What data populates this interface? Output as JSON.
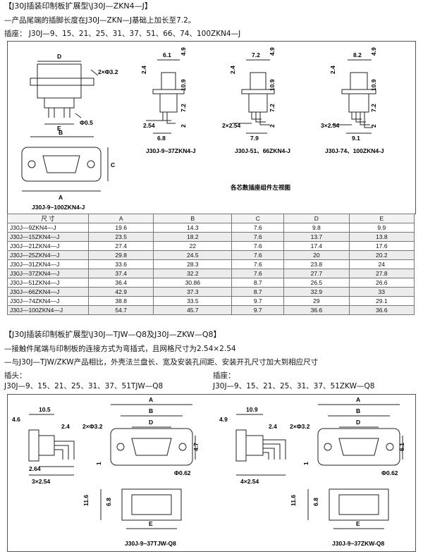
{
  "section1": {
    "title": "【J30J插装印制板扩展型\\J30J—ZKN4—J】",
    "note": "—产品尾端的插脚长度在J30J—ZKN—J基础上加长至7.2。",
    "socket_line": "插座：  J30J—9、15、21、25、31、37、51、66、74、100ZKN4—J"
  },
  "drawing1": {
    "front_caption": "J30J-9~100ZKN4-J",
    "side_captions": [
      "J30J-9~37ZKN4-J",
      "J30J-51、66ZKN4-J",
      "J30J-74、100ZKN4-J"
    ],
    "group_caption": "各芯数插座组件左视图",
    "front_labels": {
      "d": "D",
      "holes": "2×Φ3.2",
      "e": "E",
      "pin": "Φ0.5",
      "b": "B",
      "c": "C",
      "a": "A"
    },
    "view1": {
      "top": "6.1",
      "h": "4.9",
      "left": "2.4",
      "body": "10.9",
      "pin": "7.2",
      "tail": "2",
      "pitch": "2.54",
      "span": "6.8"
    },
    "view2": {
      "top": "7.2",
      "h": "4.9",
      "left": "2.4",
      "body": "10.9",
      "pin": "7.2",
      "tail": "2",
      "pitch": "2×2.54",
      "span": "7.9"
    },
    "view3": {
      "top": "8.2",
      "h": "4.9",
      "left": "2.4",
      "body": "10.9",
      "pin": "7.2",
      "tail": "2",
      "pitch": "3×2.54",
      "span": "9.1"
    }
  },
  "table": {
    "headers": [
      "尺  寸",
      "A",
      "B",
      "C",
      "D",
      "E"
    ],
    "rows": [
      [
        "J30J—9ZKN4—J",
        "19.6",
        "14.3",
        "7.6",
        "9.8",
        "9.9"
      ],
      [
        "J30J—15ZKN4—J",
        "23.5",
        "18.2",
        "7.6",
        "13.7",
        "13.8"
      ],
      [
        "J30J—21ZKN4—J",
        "27.4",
        "22",
        "7.6",
        "17.4",
        "17.6"
      ],
      [
        "J30J—25ZKN4—J",
        "29.8",
        "24.5",
        "7.6",
        "20",
        "20.2"
      ],
      [
        "J30J—31ZKN4—J",
        "33.6",
        "28.3",
        "7.6",
        "23.8",
        "24"
      ],
      [
        "J30J—37ZKN4—J",
        "37.4",
        "32.2",
        "7.6",
        "27.7",
        "27.8"
      ],
      [
        "J30J—51ZKN4—J",
        "36.4",
        "30.86",
        "8.7",
        "26.5",
        "26.6"
      ],
      [
        "J30J—66ZKN4—J",
        "42.9",
        "37.3",
        "8.7",
        "32.9",
        "33"
      ],
      [
        "J30J—74ZKN4—J",
        "38.8",
        "33.5",
        "9.7",
        "29",
        "29.1"
      ],
      [
        "J30J—100ZKN4—J",
        "54.7",
        "45.7",
        "9.7",
        "36.6",
        "36.6"
      ]
    ]
  },
  "section2": {
    "title": "【J30J插装印制板扩展型\\J30J—TJW—Q8及J30J—ZKW—Q8】",
    "note1": "—接触件尾端与印制板的连接方式为弯插式，且网格尺寸为2.54×2.54",
    "note2": "—与J30J—TJW/ZKW产品相比，外壳法兰盘长、宽及安装孔间距、安装开孔尺寸加大到相应尺寸",
    "plug_label": "插头：",
    "plug_models": "J30J—9、15、21、25、31、37、51TJW—Q8",
    "socket_label": "插座：",
    "socket_models": "J30J—9、15、21、25、31、37、51ZKW—Q8"
  },
  "drawing2": {
    "left": {
      "caption": "J30J-9~37TJW-Q8",
      "a": "A",
      "b": "B",
      "d": "D",
      "e": "E",
      "holes": "2×Φ3.2",
      "w": "10.5",
      "s1": "4.6",
      "s2": "2.4",
      "h": "4.7",
      "t1": "2.64",
      "t2": "3×2.54",
      "one": "1",
      "hole": "Φ0.62",
      "v1": "11.6",
      "v2": "6.8"
    },
    "right": {
      "caption": "J30J-9~37ZKW-Q8",
      "a": "A",
      "b": "B",
      "d": "D",
      "e": "E",
      "holes": "2×Φ3.2",
      "w": "10.9",
      "s1": "4.9",
      "s2": "2.4",
      "h": "6.1",
      "t1": "4×2.54",
      "one": "1",
      "hole": "Φ0.62",
      "v1": "11.6",
      "v2": "6.8"
    }
  }
}
